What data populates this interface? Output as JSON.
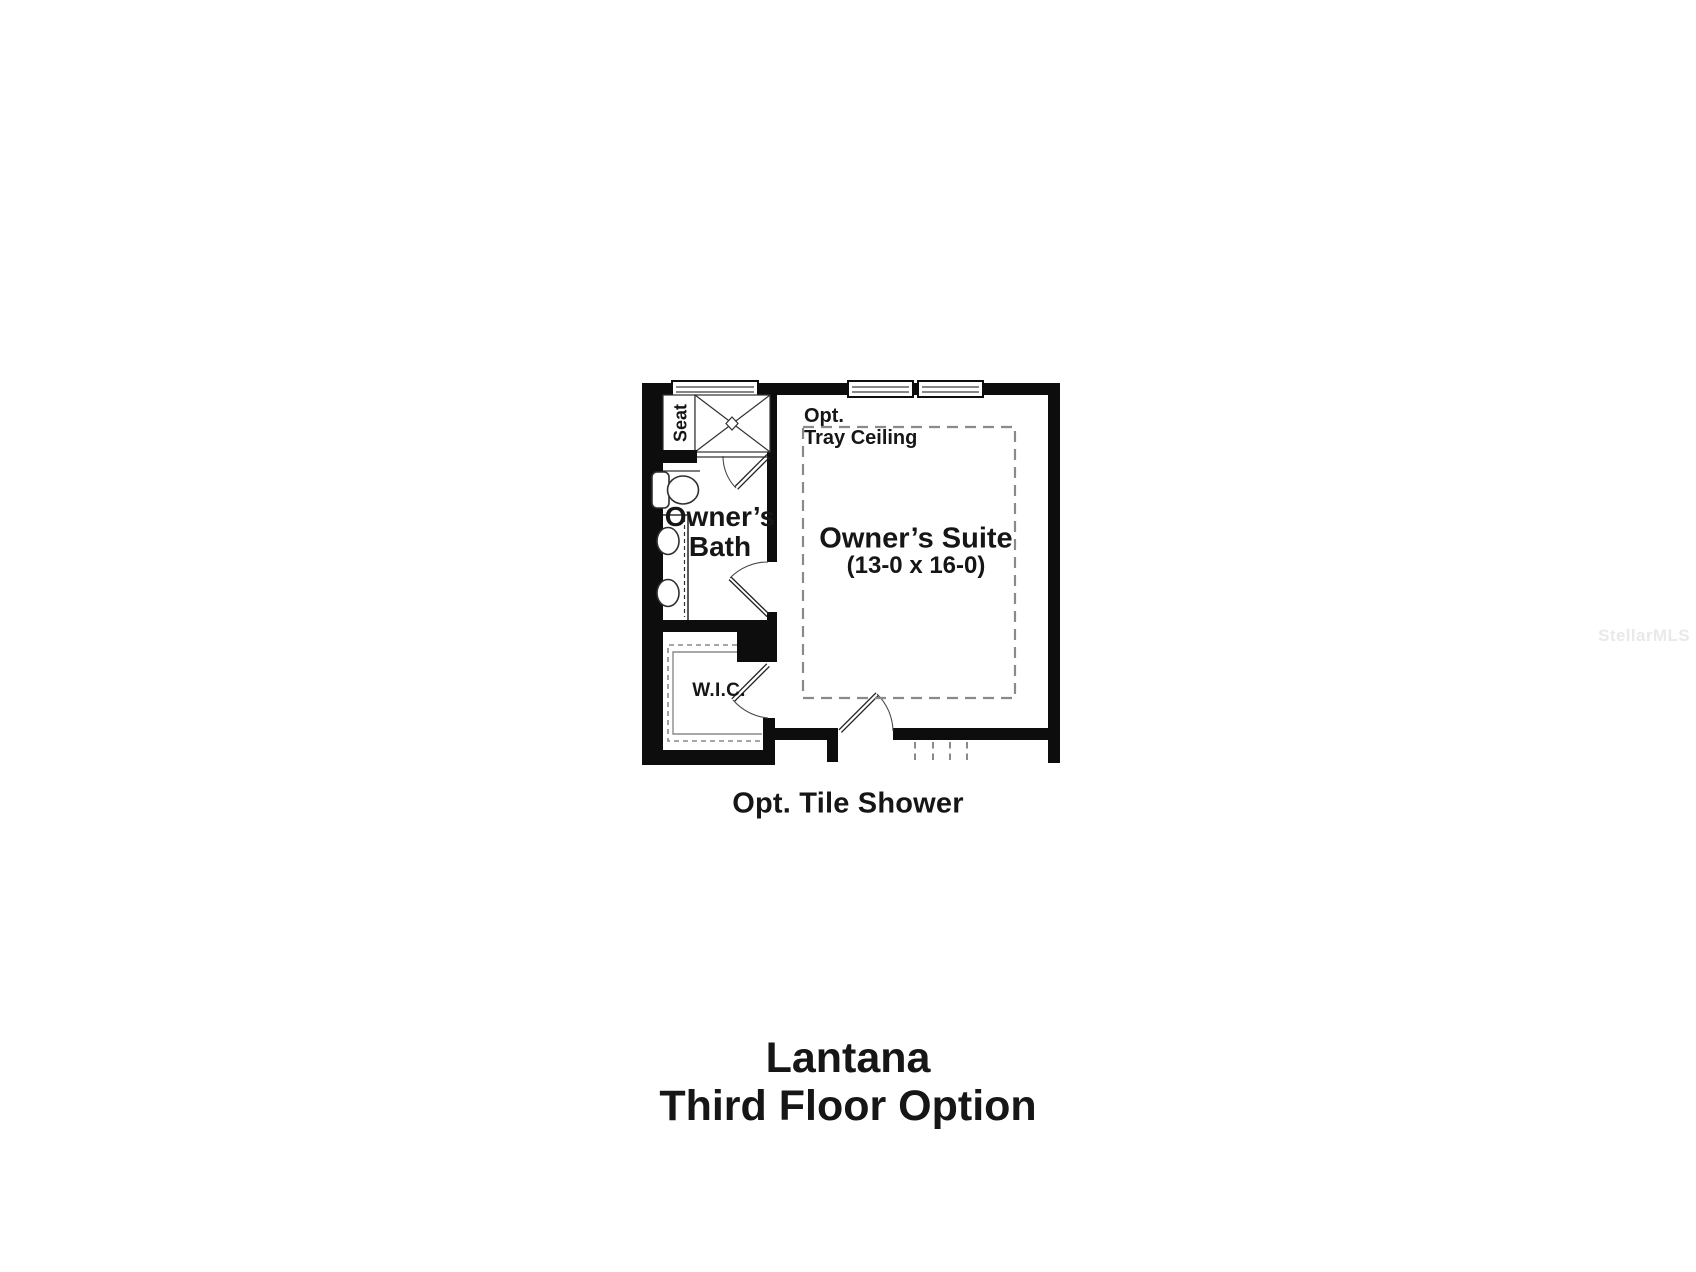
{
  "floorplan": {
    "labels": {
      "seat": "Seat",
      "bath_line1": "Owner’s",
      "bath_line2": "Bath",
      "tray_line1": "Opt.",
      "tray_line2": "Tray Ceiling",
      "suite_name": "Owner’s Suite",
      "suite_dims": "(13-0 x 16-0)",
      "wic": "W.I.C."
    },
    "caption": "Opt. Tile Shower",
    "title_line1": "Lantana",
    "title_line2": "Third Floor Option",
    "watermark": "StellarMLS",
    "colors": {
      "wall": "#0d0d0d",
      "line": "#303030",
      "dash": "#8a8a8a",
      "watermark": "#e9e9ec"
    }
  }
}
